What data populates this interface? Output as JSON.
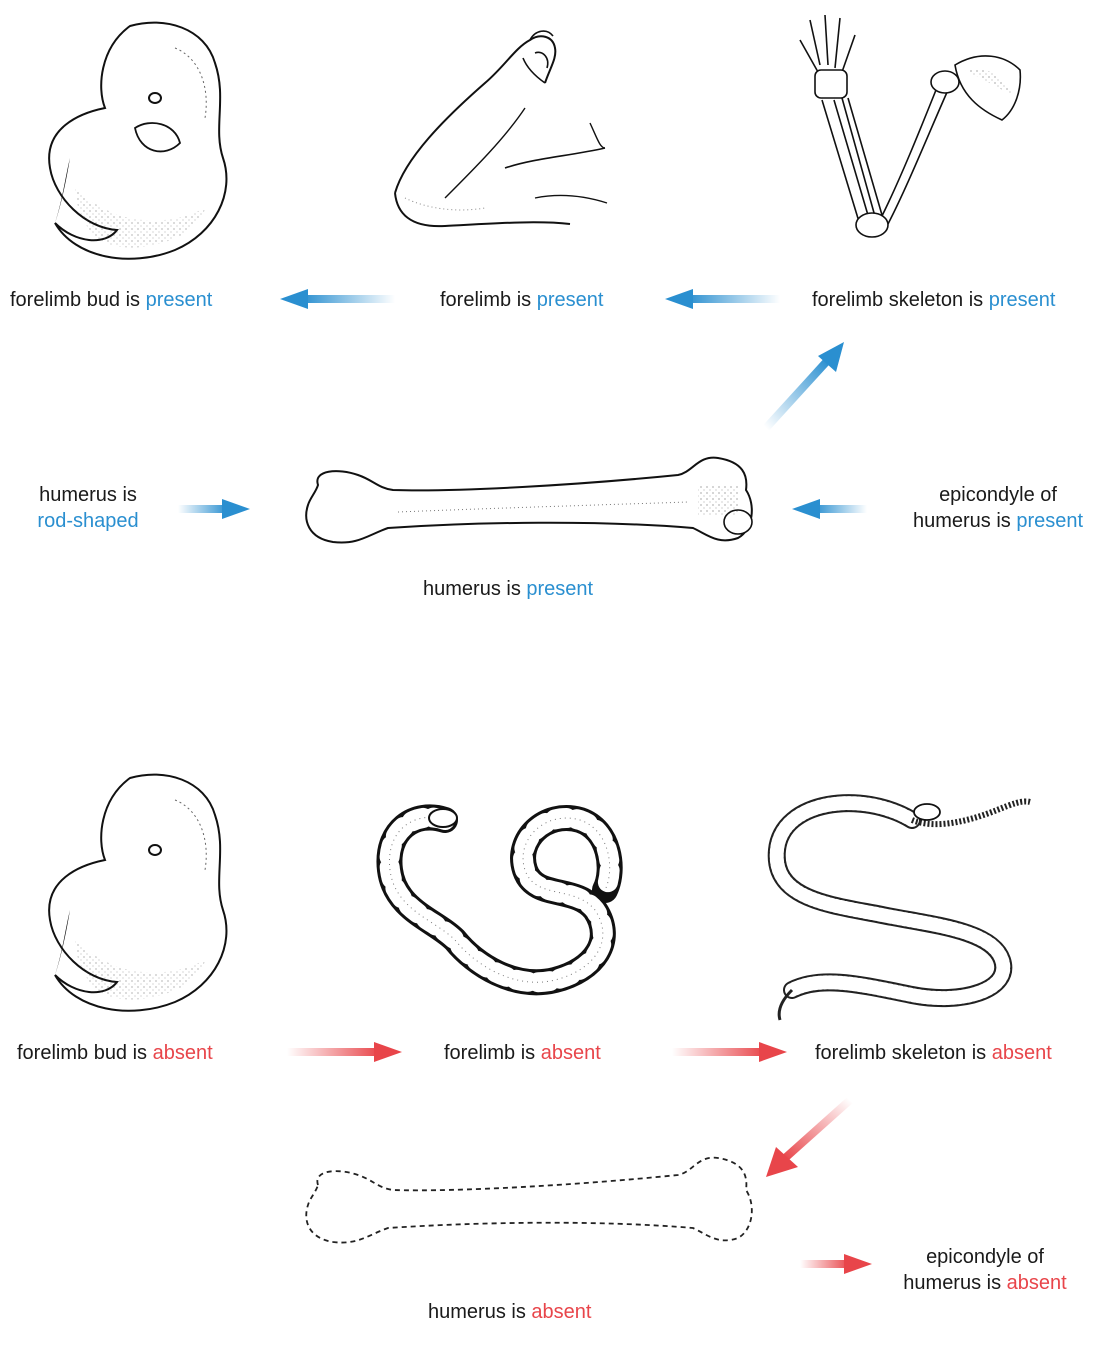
{
  "colors": {
    "present": "#2a8fd0",
    "absent": "#e8454a",
    "text": "#1a1a1a"
  },
  "top": {
    "forelimb_bud": {
      "text": "forelimb bud is",
      "state": "present"
    },
    "forelimb": {
      "text": "forelimb is",
      "state": "present"
    },
    "forelimb_skeleton": {
      "text": "forelimb skeleton is",
      "state": "present"
    },
    "humerus_shape": {
      "line1": "humerus is",
      "state": "rod-shaped"
    },
    "humerus": {
      "text": "humerus is",
      "state": "present"
    },
    "epicondyle": {
      "line1": "epicondyle of",
      "line2": "humerus is",
      "state": "present"
    }
  },
  "bottom": {
    "forelimb_bud": {
      "text": "forelimb bud is",
      "state": "absent"
    },
    "forelimb": {
      "text": "forelimb is",
      "state": "absent"
    },
    "forelimb_skeleton": {
      "text": "forelimb skeleton is",
      "state": "absent"
    },
    "humerus": {
      "text": "humerus is",
      "state": "absent"
    },
    "epicondyle": {
      "line1": "epicondyle of",
      "line2": "humerus is",
      "state": "absent"
    }
  },
  "illustrations": {
    "top": [
      "embryo-illustration",
      "human-arm-illustration",
      "arm-skeleton-illustration",
      "humerus-bone-illustration"
    ],
    "bottom": [
      "embryo-illustration",
      "snake-illustration",
      "snake-skeleton-illustration",
      "absent-humerus-outline"
    ]
  }
}
